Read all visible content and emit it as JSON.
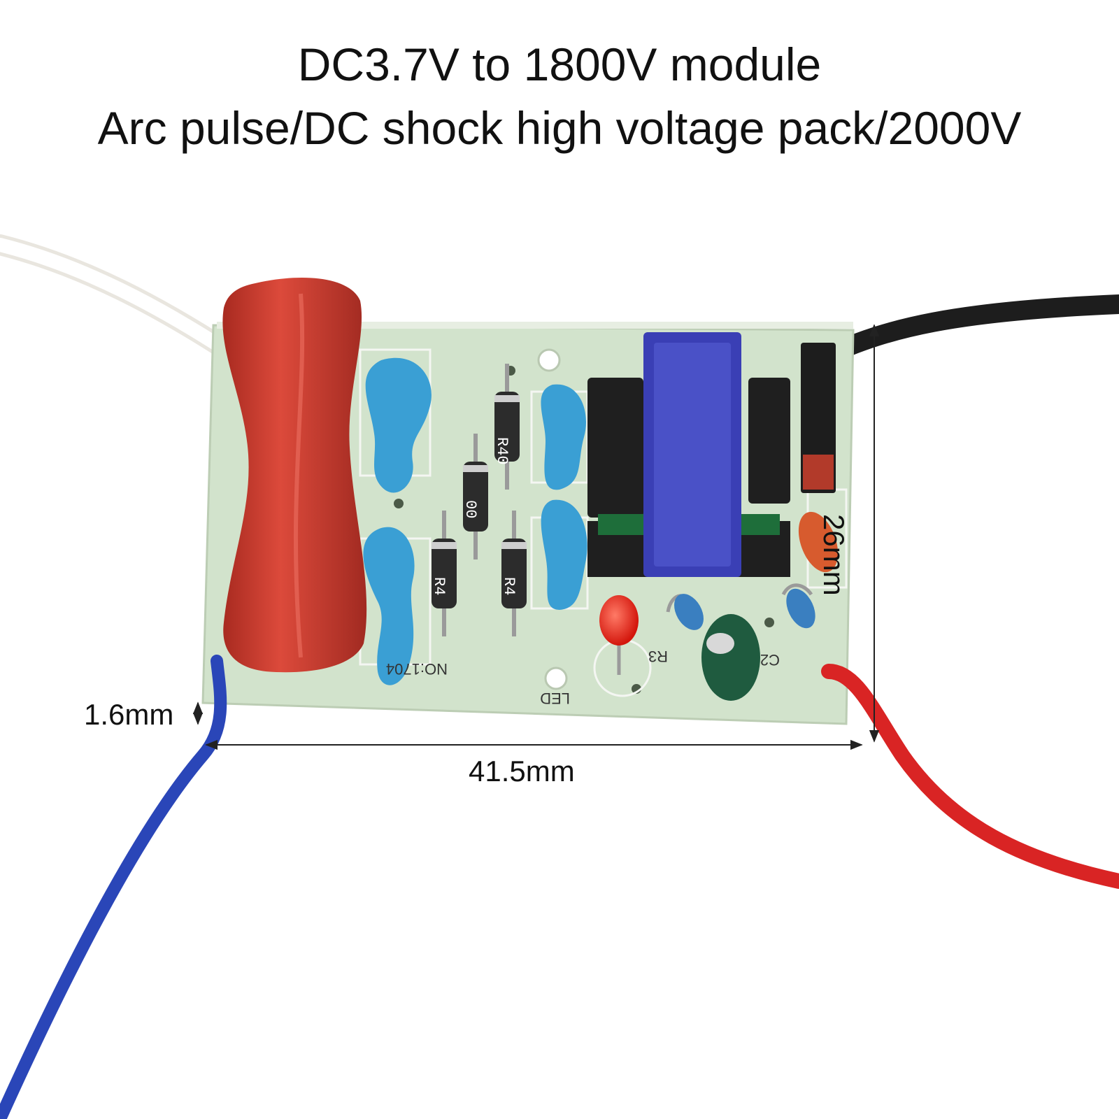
{
  "header": {
    "line1": "DC3.7V to 1800V module",
    "line2": "Arc pulse/DC shock high voltage pack/2000V"
  },
  "dimensions": {
    "thickness": "1.6mm",
    "width": "41.5mm",
    "height": "26mm"
  },
  "board_markings": {
    "diode_1": "R40",
    "diode_2": "00",
    "diode_3": "R4",
    "diode_4": "R4",
    "part_number": "NO:1704",
    "resistor_label": "R3",
    "capacitor_label": "C2",
    "led_label": "LED"
  },
  "colors": {
    "pcb": "#d2e3cc",
    "red_capacitor": "#c83a2e",
    "blue_capacitor": "#3a9fd4",
    "transformer_bobbin": "#3a3fb5",
    "wire_white": "#f1efe8",
    "wire_black": "#1d1d1d",
    "wire_blue": "#2a46b8",
    "wire_red": "#d92424"
  }
}
